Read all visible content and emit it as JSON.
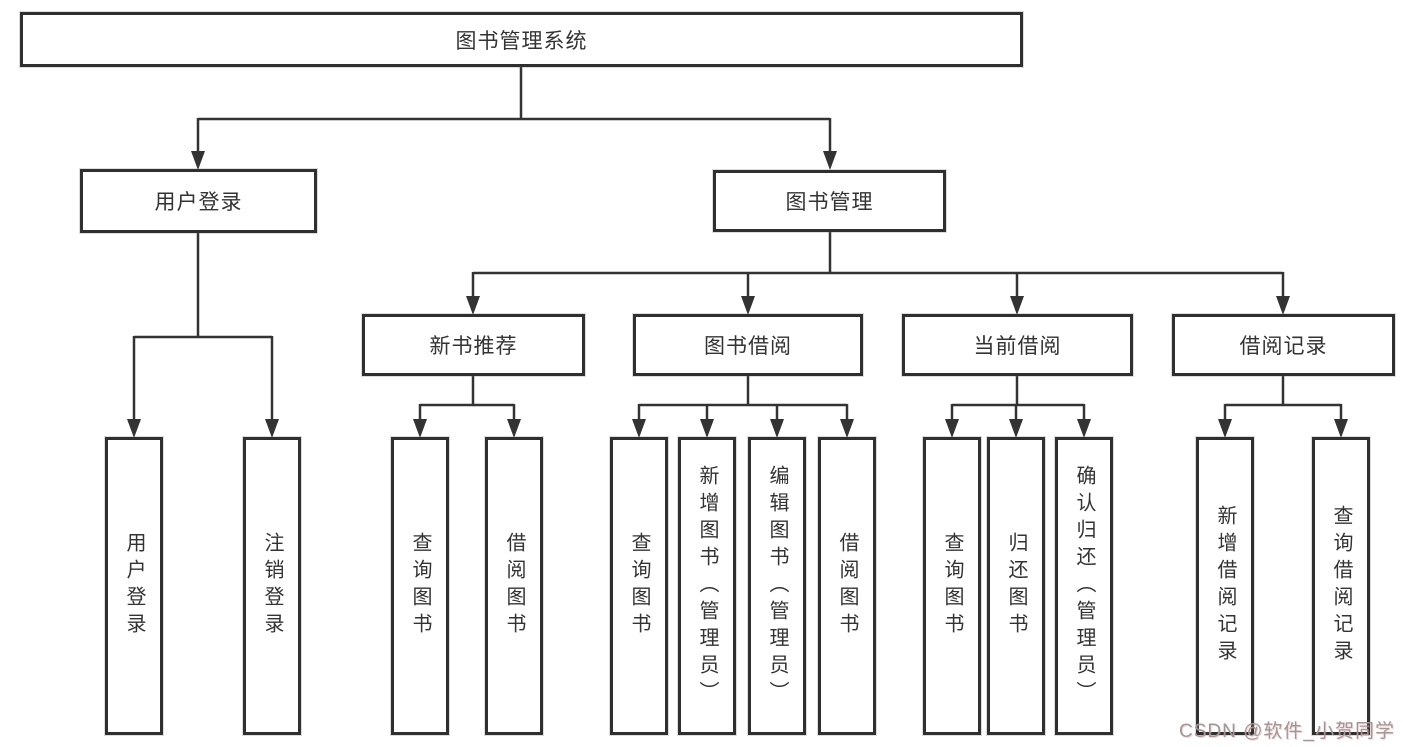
{
  "diagram": {
    "type": "hierarchy-tree",
    "tree": {
      "root": "图书管理系统",
      "branches": [
        {
          "label": "用户登录",
          "leaves": [
            "用户登录",
            "注销登录"
          ]
        },
        {
          "label": "图书管理",
          "groups": [
            {
              "label": "新书推荐",
              "leaves": [
                "查询图书",
                "借阅图书"
              ]
            },
            {
              "label": "图书借阅",
              "leaves": [
                "查询图书",
                "新增图书（管理员）",
                "编辑图书（管理员）",
                "借阅图书"
              ]
            },
            {
              "label": "当前借阅",
              "leaves": [
                "查询图书",
                "归还图书",
                "确认归还（管理员）"
              ]
            },
            {
              "label": "借阅记录",
              "leaves": [
                "新增借阅记录",
                "查询借阅记录"
              ]
            }
          ]
        }
      ]
    },
    "colors": {
      "line": "#333333",
      "box_border": "#2f2f2f",
      "text": "#333333",
      "background": "#ffffff",
      "watermark": "#9a9a9a"
    }
  },
  "watermark": {
    "text": "CSDN @软件_小贺同学"
  }
}
